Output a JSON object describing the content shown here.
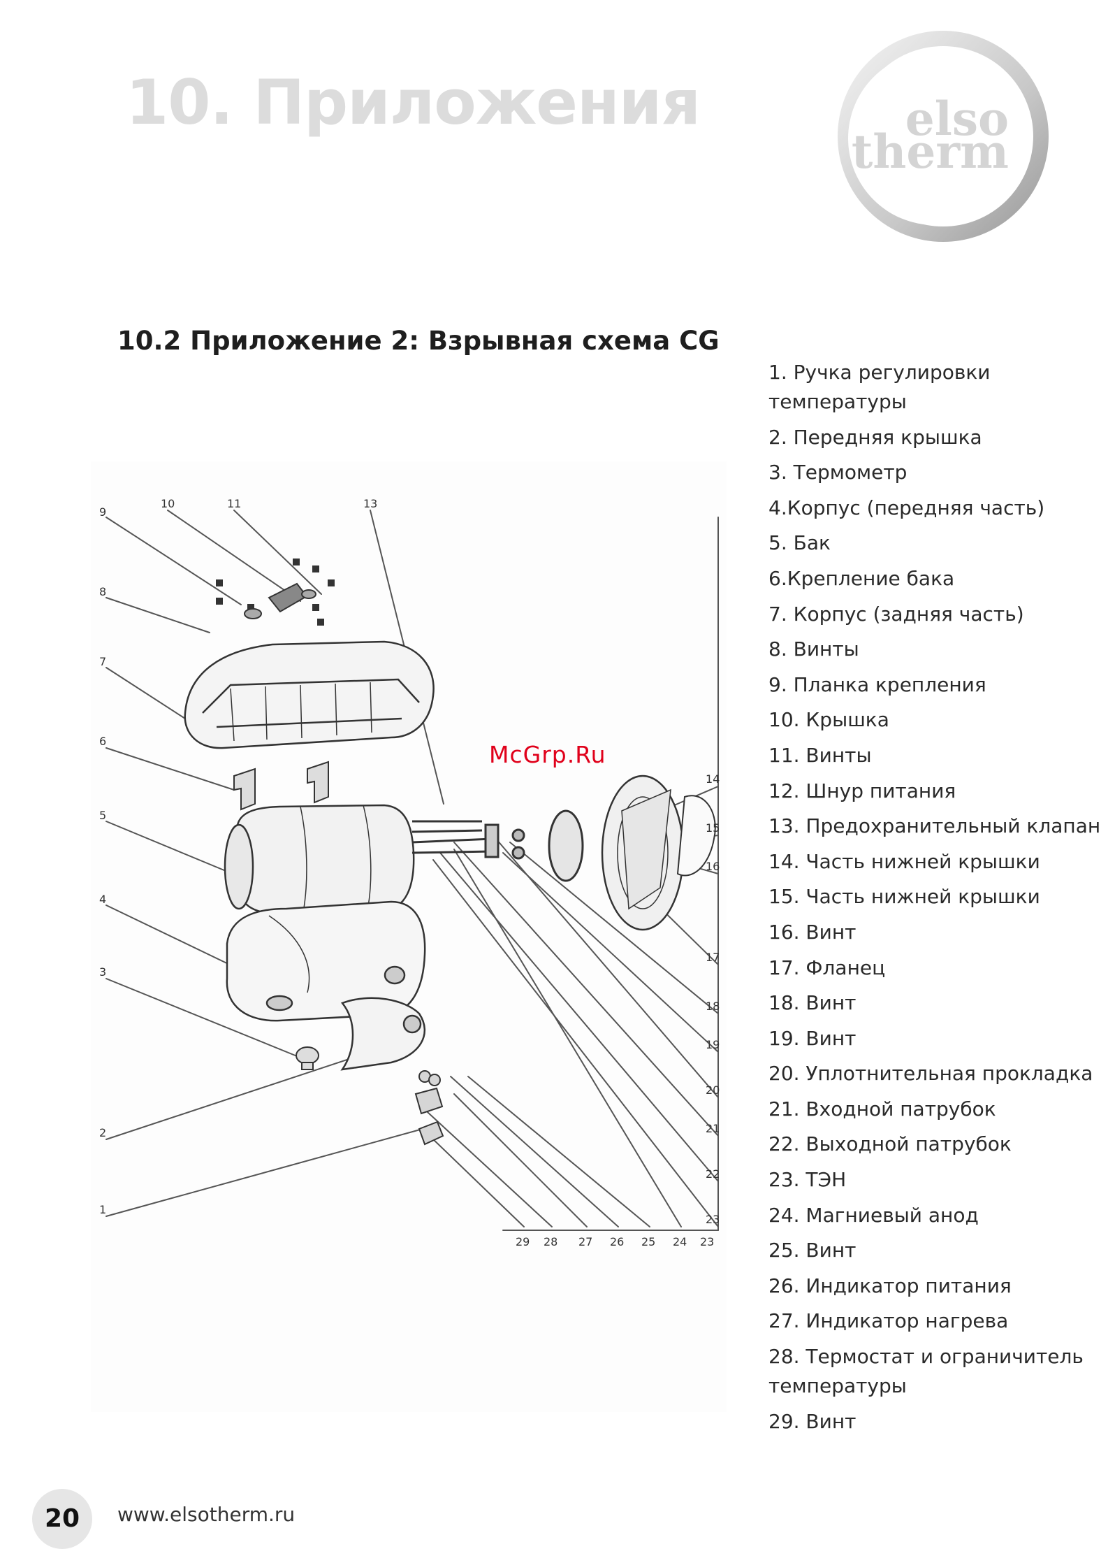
{
  "header": {
    "title": "10. Приложения",
    "logo": {
      "line1": "elso",
      "line2": "therm"
    }
  },
  "section": {
    "title": "10.2 Приложение 2: Взрывная схема CG"
  },
  "watermark": "McGrp.Ru",
  "parts": [
    "1. Ручка регулировки температуры",
    "2. Передняя крышка",
    "3. Термометр",
    "4.Корпус (передняя часть)",
    "5. Бак",
    "6.Крепление бака",
    "7. Корпус (задняя часть)",
    "8. Винты",
    "9. Планка крепления",
    "10. Крышка",
    "11. Винты",
    "12. Шнур питания",
    "13. Предохранительный клапан",
    "14. Часть нижней крышки",
    "15. Часть нижней крышки",
    "16. Винт",
    "17. Фланец",
    "18. Винт",
    "19. Винт",
    "20. Уплотнительная прокладка",
    "21. Входной патрубок",
    "22. Выходной патрубок",
    "23. ТЭН",
    "24. Магниевый анод",
    "25. Винт",
    "26. Индикатор питания",
    "27. Индикатор нагрева",
    "28. Термостат и ограничитель температуры",
    "29. Винт"
  ],
  "diagram": {
    "callouts_left": [
      "9",
      "10",
      "11",
      "8",
      "7",
      "6",
      "5",
      "4",
      "3",
      "2",
      "1"
    ],
    "callout_top": "13",
    "callouts_right": [
      "14",
      "15",
      "16",
      "17",
      "18",
      "19",
      "20",
      "21",
      "22",
      "23"
    ],
    "callouts_bottom": [
      "29",
      "28",
      "27",
      "26",
      "25",
      "24",
      "23"
    ]
  },
  "footer": {
    "page_number": "20",
    "url": "www.elsotherm.ru"
  }
}
